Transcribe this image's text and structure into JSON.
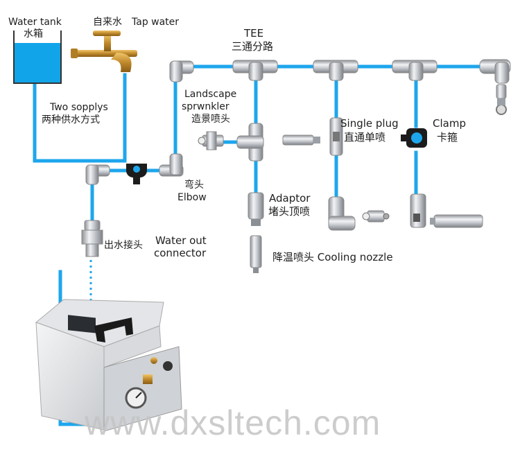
{
  "labels": {
    "water_tank_en": "Water tank",
    "water_tank_cn": "水箱",
    "tap_water_cn": "自来水",
    "tap_water_en": "Tap water",
    "two_supplies_en": "Two sopplys",
    "two_supplies_cn": "两种供水方式",
    "tee_en": "TEE",
    "tee_cn": "三通分路",
    "landscape_en_1": "Landscape",
    "landscape_en_2": "sprwnkler",
    "landscape_cn": "造景喷头",
    "single_plug_en": "Single  plug",
    "single_plug_cn": "直通单喷",
    "clamp_en": "Clamp",
    "clamp_cn": "卡箍",
    "elbow_cn": "弯头",
    "elbow_en": "Elbow",
    "adaptor_en": "Adaptor",
    "adaptor_cn": "堵头顶喷",
    "water_out_cn": "出水接头",
    "water_out_en_1": "Water out",
    "water_out_en_2": "connector",
    "cooling_nozzle": "降温喷头 Cooling nozzle"
  },
  "watermark": "www.dxsltech.com",
  "colors": {
    "pipe": "#1ea6ec",
    "water": "#12a4e8",
    "text": "#1e1e1e",
    "watermark": "#c4c4c4"
  },
  "icons": [
    "water-tank-icon",
    "tap-faucet-icon",
    "tee-fitting-icon",
    "elbow-fitting-icon",
    "clamp-icon",
    "single-plug-nozzle-icon",
    "landscape-sprinkler-icon",
    "adaptor-nozzle-icon",
    "cooling-nozzle-icon",
    "water-out-connector-icon",
    "misting-pump-machine-icon"
  ]
}
